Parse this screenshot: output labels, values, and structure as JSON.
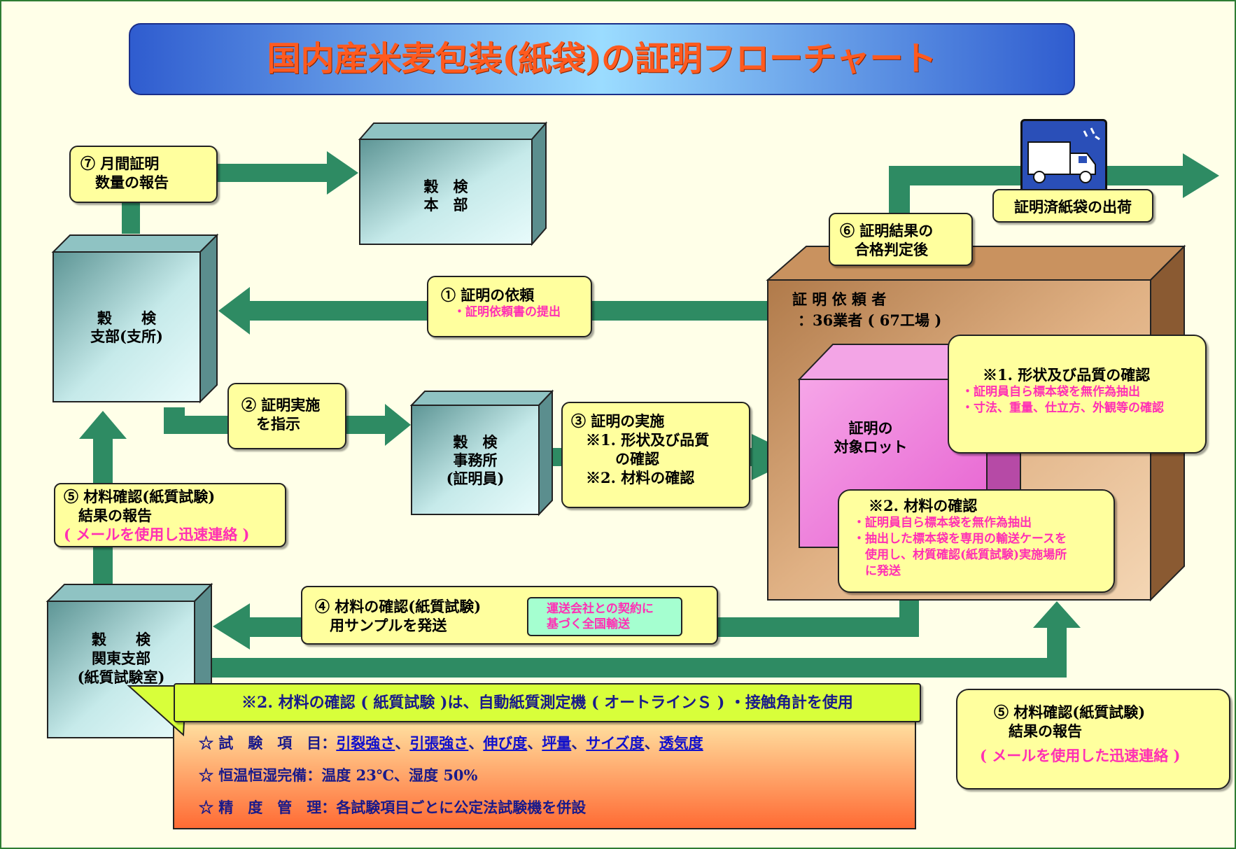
{
  "title": "国内産米麦包装(紙袋)の証明フローチャート",
  "colors": {
    "title_text": "#ff5a1f",
    "title_bg": "#3b6fe0",
    "arrow": "#2e8b63",
    "box_fill": "#ffff9e",
    "accent_pink": "#ff2fb4",
    "cube": "#a9d8d8",
    "requester_box": "#d4a273",
    "lot_box": "#f07ee0",
    "note_green": "#d8ff3a",
    "test_box": "#f8915f",
    "transport_box": "#a5ffd0"
  },
  "nodes": {
    "honbu": "穀　検\n本　部",
    "shibu": "穀　　検\n支部(支所)",
    "jimusho": "穀　検\n事務所\n(証明員)",
    "kanto": "穀　　検\n関東支部\n(紙質試験室)",
    "requester_title": "証 明 依 頼 者",
    "requester_count": "：36業者 ( 67工場 )",
    "lot": "証明の\n対象ロット"
  },
  "steps": {
    "s7": "⑦ 月間証明\n　数量の報告",
    "s1_title": "① 証明の依頼",
    "s1_sub": "・証明依頼書の提出",
    "s2": "② 証明実施\n　を指示",
    "s3": "③ 証明の実施\n　※1. 形状及び品質\n　　　の確認\n　※2. 材料の確認",
    "s4": "④ 材料の確認(紙質試験)\n　用サンプルを発送",
    "transport": "運送会社との契約に\n基づく全国輸送",
    "s5_left_l1": "⑤ 材料確認(紙質試験)",
    "s5_left_l2": "　結果の報告",
    "s5_left_note": "( メールを使用し迅速連絡 )",
    "s5_right_l1": "⑤ 材料確認(紙質試験)",
    "s5_right_l2": "　結果の報告",
    "s5_right_note": "( メールを使用した迅速連絡 )",
    "s6": "⑥ 証明結果の\n　合格判定後",
    "shipping": "証明済紙袋の出荷"
  },
  "notes": {
    "n1_title": "※1. 形状及び品質の確認",
    "n1_b1": "・証明員自ら標本袋を無作為抽出",
    "n1_b2": "・寸法、重量、仕立方、外観等の確認",
    "n2_title": "※2. 材料の確認",
    "n2_b1": "・証明員自ら標本袋を無作為抽出",
    "n2_b2": "・抽出した標本袋を専用の輸送ケースを\n　使用し、材質確認(紙質試験)実施場所\n　に発送",
    "banner": "※2. 材料の確認 ( 紙質試験 )は、自動紙質測定機 ( オートラインＳ ) ・接触角計を使用"
  },
  "test_items": {
    "r1_label": "☆ 試　験　項　目：",
    "r1_items": [
      "引裂強さ",
      "引張強さ",
      "伸び度",
      "坪量",
      "サイズ度",
      "透気度"
    ],
    "r1_sep": "、",
    "r2_label": "☆ 恒温恒湿完備：",
    "r2_value": "温度 23℃、湿度 50%",
    "r3_label": "☆ 精　度　管　理：",
    "r3_value": "各試験項目ごとに公定法試験機を併設"
  },
  "icons": [
    "truck-icon"
  ]
}
